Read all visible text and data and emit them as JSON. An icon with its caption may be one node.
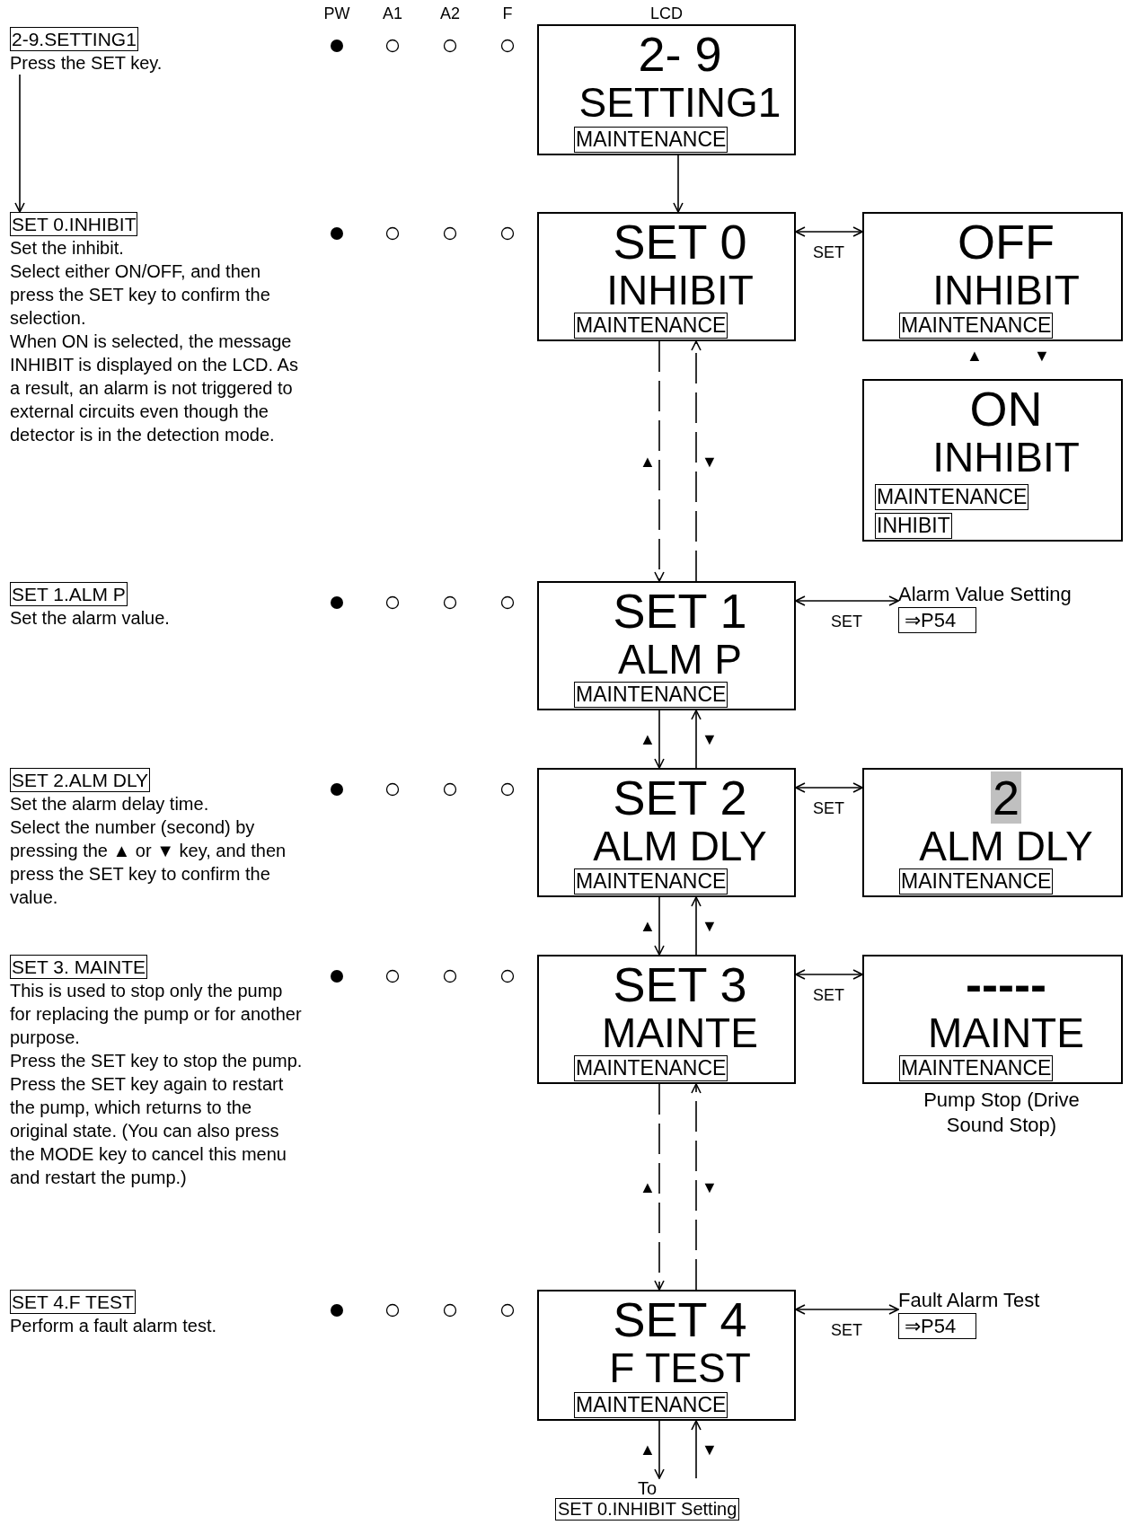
{
  "diagram": {
    "nodes": [
      {
        "text": [
          "2-9.SETTING1"
        ],
        "beside": [
          "Press the SET key."
        ]
      },
      {
        "text": [
          "SET 0.INHIBIT"
        ],
        "beside": [
          "Set the inhibit.",
          "Select either ON/OFF, and then press the SET key to confirm the selection.",
          "When ON is selected, the message INHIBIT is displayed on the LCD. As a result, an alarm is not triggered to external circuits even though the detector is in the detection mode."
        ]
      },
      {
        "text": [
          "SET 1.ALM P"
        ],
        "beside": [
          "Set the alarm value."
        ]
      },
      {
        "text": [
          "SET 2.ALM DLY"
        ],
        "beside": [
          "Set the alarm delay time.",
          "Select the number (second) by pressing the ▲ or ▼ key, and then press the SET key to confirm the value."
        ]
      },
      {
        "text": [
          "SET 3. MAINTE"
        ],
        "beside": [
          "This is used to stop only the pump for replacing the pump or for another purpose.",
          "Press the SET key to stop the pump. Press the SET key again to restart the pump, which returns to the original state. (You can also press the MODE key to cancel this menu and restart the pump.)"
        ]
      },
      {
        "text": [
          "SET 4.F TEST"
        ],
        "beside": [
          "Perform a fault alarm test."
        ]
      },
      {
        "text": [
          "2- 9",
          "SETTING1"
        ]
      },
      {
        "text": [
          "MAINTENANCE"
        ],
        "in": 6
      },
      {
        "text": [
          "SET 0",
          "INHIBIT"
        ]
      },
      {
        "text": [
          "MAINTENANCE"
        ],
        "in": 8
      },
      {
        "text": [
          "SET 1",
          "ALM P"
        ]
      },
      {
        "text": [
          "MAINTENANCE"
        ],
        "in": 10
      },
      {
        "text": [
          "SET 2",
          "ALM DLY"
        ]
      },
      {
        "text": [
          "MAINTENANCE"
        ],
        "in": 12
      },
      {
        "text": [
          "SET 3",
          "MAINTE"
        ]
      },
      {
        "text": [
          "MAINTENANCE"
        ],
        "in": 14
      },
      {
        "text": [
          "SET 4",
          "F TEST"
        ]
      },
      {
        "text": [
          "MAINTENANCE"
        ],
        "in": 16
      },
      {
        "text": [
          "To",
          "SET 0.INHIBIT Setting"
        ]
      },
      {
        "text": [
          "OFF",
          "INHIBIT"
        ]
      },
      {
        "text": [
          "MAINTENANCE"
        ],
        "in": 19
      },
      {
        "text": [
          "ON",
          "INHIBIT"
        ]
      },
      {
        "text": [
          "MAINTENANCE"
        ],
        "in": 21
      },
      {
        "text": [
          "INHIBIT"
        ],
        "in": 21
      },
      {
        "text": [
          "Alarm Value Setting",
          "⇒P54"
        ]
      },
      {
        "text": [
          "2",
          "ALM DLY"
        ]
      },
      {
        "text": [
          "MAINTENANCE"
        ],
        "in": 25
      },
      {
        "text": [
          "-----",
          "MAINTE"
        ],
        "beside": [
          "Pump Stop (Drive Sound Stop)"
        ]
      },
      {
        "text": [
          "MAINTENANCE"
        ],
        "in": 27
      },
      {
        "text": [
          "Fault Alarm Test",
          "⇒P54"
        ]
      }
    ],
    "edges": [
      {
        "from": 0,
        "to": 1,
        "arrow": "to"
      },
      {
        "from": 6,
        "to": 8,
        "arrow": "to"
      },
      {
        "from": 8,
        "to": 19,
        "arrow": "both",
        "label": "SET"
      },
      {
        "from": 8,
        "to": 10,
        "arrow": "to",
        "label": "▲",
        "style": "dashed"
      },
      {
        "from": 10,
        "to": 8,
        "arrow": "to",
        "label": "▼",
        "style": "dashed"
      },
      {
        "from": 10,
        "to": 24,
        "arrow": "both",
        "label": "SET"
      },
      {
        "from": 10,
        "to": 12,
        "arrow": "to",
        "label": "▲"
      },
      {
        "from": 12,
        "to": 10,
        "arrow": "to",
        "label": "▼"
      },
      {
        "from": 12,
        "to": 25,
        "arrow": "both",
        "label": "SET"
      },
      {
        "from": 12,
        "to": 14,
        "arrow": "to",
        "label": "▲"
      },
      {
        "from": 14,
        "to": 12,
        "arrow": "to",
        "label": "▼"
      },
      {
        "from": 14,
        "to": 27,
        "arrow": "both",
        "label": "SET"
      },
      {
        "from": 14,
        "to": 16,
        "arrow": "to",
        "label": "▲",
        "style": "dashed"
      },
      {
        "from": 16,
        "to": 14,
        "arrow": "to",
        "label": "▼",
        "style": "dashed"
      },
      {
        "from": 16,
        "to": 29,
        "arrow": "both",
        "label": "SET"
      },
      {
        "from": 16,
        "to": 18,
        "arrow": "to",
        "label": "▲"
      },
      {
        "from": 18,
        "to": 16,
        "arrow": "to",
        "label": "▼"
      }
    ],
    "labels": [
      "PW",
      "A1",
      "A2",
      "F",
      "LCD",
      "▲",
      "▼"
    ]
  }
}
